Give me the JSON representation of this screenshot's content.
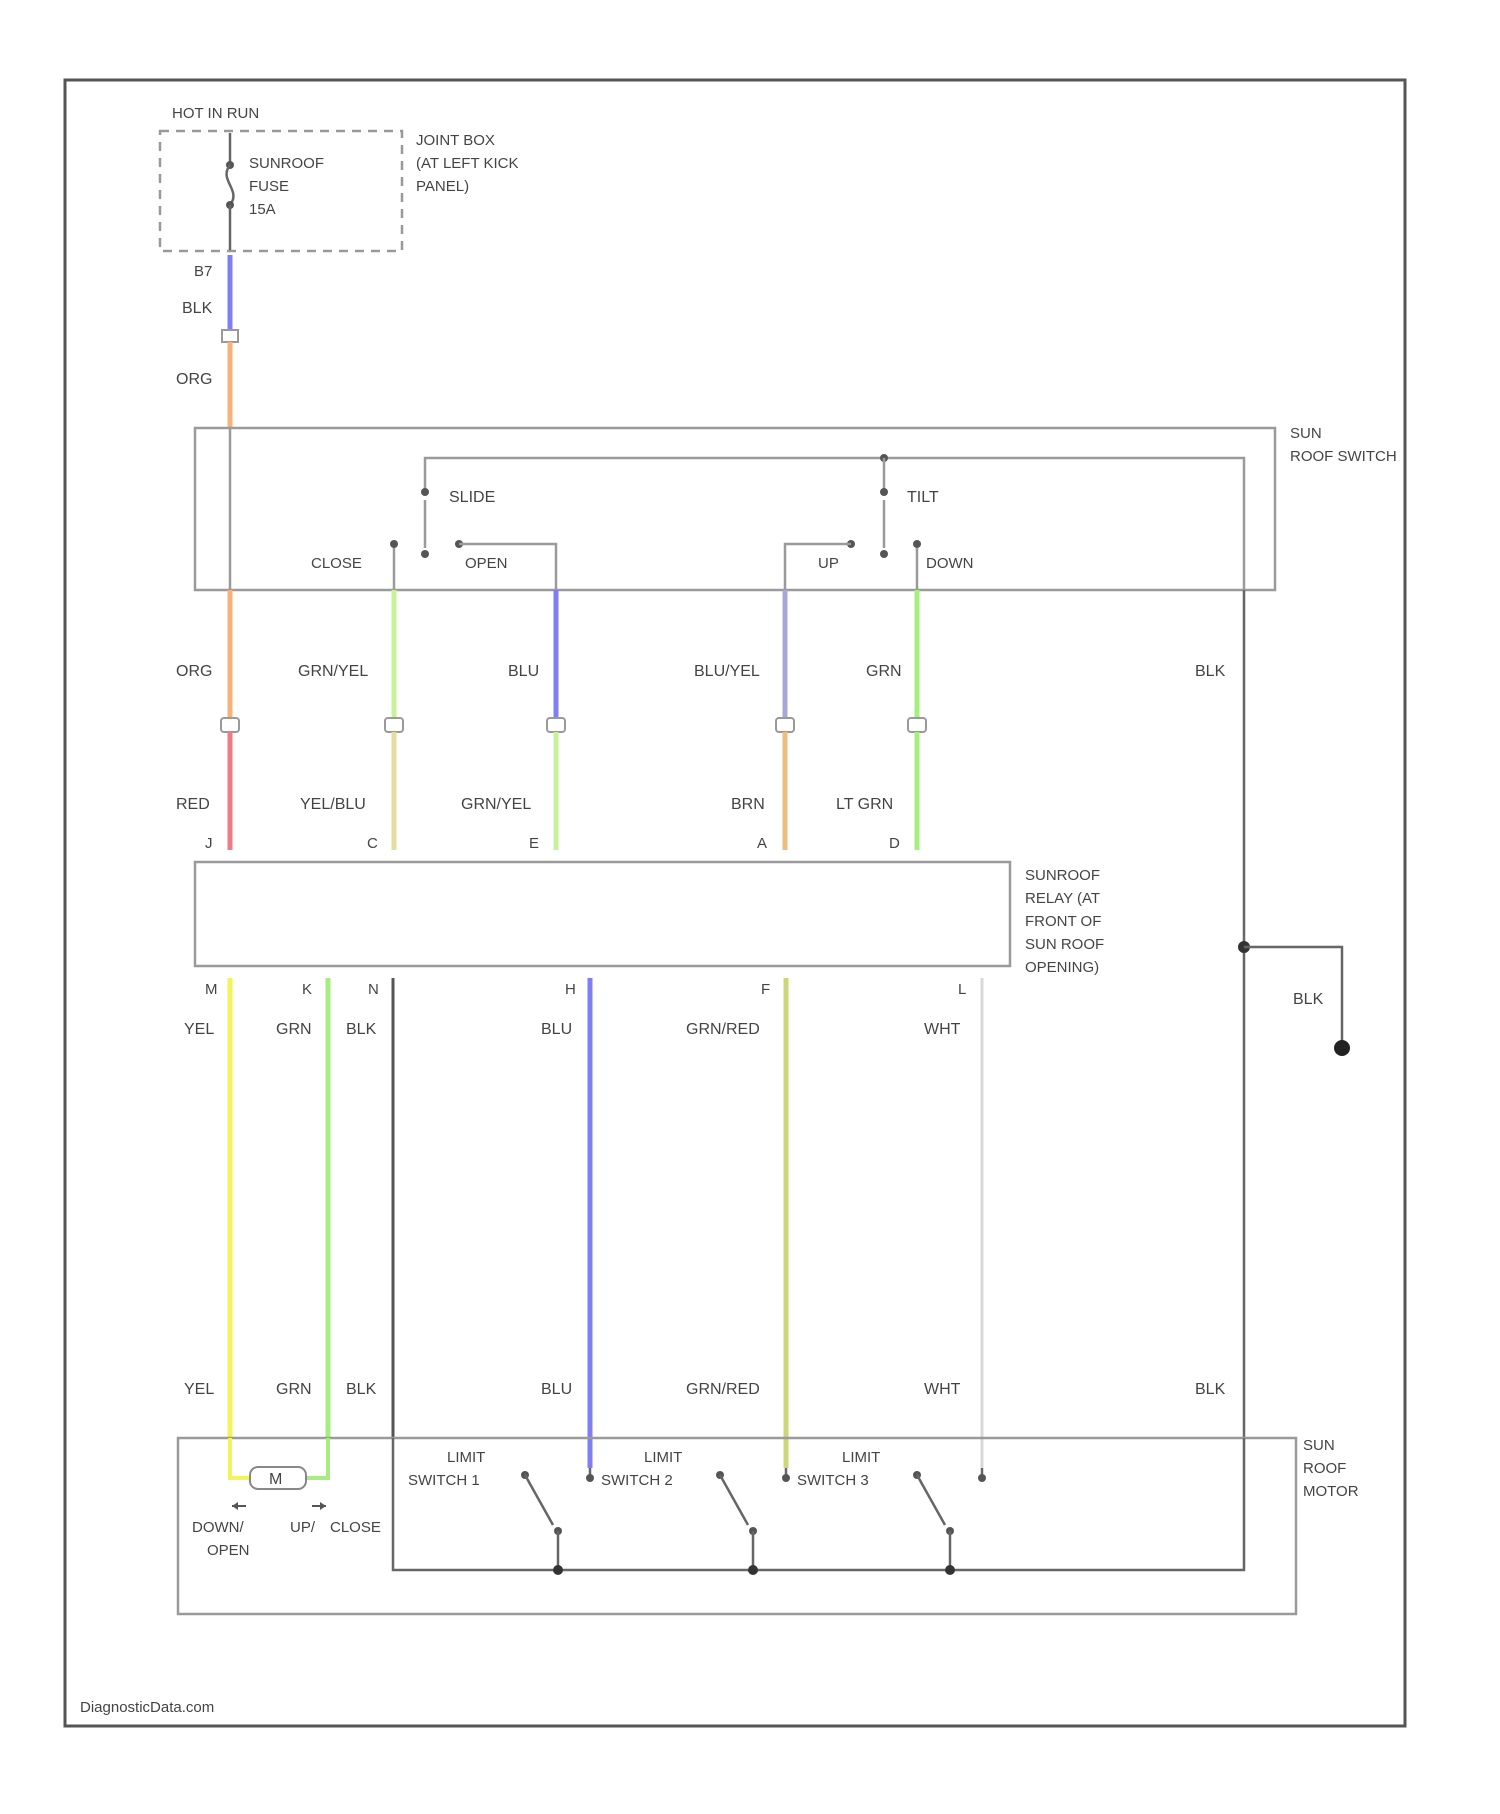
{
  "power": {
    "hot_label": "HOT IN RUN",
    "fuse_name": "SUNROOF",
    "fuse_word": "FUSE",
    "fuse_rating": "15A",
    "fuse_terminal": "B7"
  },
  "joint_box": {
    "line1": "JOINT BOX",
    "line2": "(AT LEFT KICK",
    "line3": "PANEL)"
  },
  "wires_top": {
    "blk": "BLK",
    "org": "ORG"
  },
  "switch": {
    "name1": "SUN",
    "name2": "ROOF SWITCH",
    "slide": "SLIDE",
    "tilt": "TILT",
    "close": "CLOSE",
    "open": "OPEN",
    "up": "UP",
    "down": "DOWN"
  },
  "upper_wires": [
    "ORG",
    "GRN/YEL",
    "BLU",
    "BLU/YEL",
    "GRN",
    "BLK"
  ],
  "middle_wires": [
    "RED",
    "YEL/BLU",
    "GRN/YEL",
    "BRN",
    "LT GRN"
  ],
  "relay_pins_top": [
    "J",
    "C",
    "E",
    "A",
    "D"
  ],
  "relay": {
    "line1": "SUNROOF",
    "line2": "RELAY (AT",
    "line3": "FRONT OF",
    "line4": "SUN ROOF",
    "line5": "OPENING)"
  },
  "relay_pins_bottom": [
    "M",
    "K",
    "N",
    "H",
    "F",
    "L"
  ],
  "lower_wires_top": [
    "YEL",
    "GRN",
    "BLK",
    "BLU",
    "GRN/RED",
    "WHT"
  ],
  "ground_wire": "BLK",
  "lower_wires_bottom": [
    "YEL",
    "GRN",
    "BLK",
    "BLU",
    "GRN/RED",
    "WHT",
    "BLK"
  ],
  "motor": {
    "name1": "SUN",
    "name2": "ROOF",
    "name3": "MOTOR",
    "m": "M",
    "down": "DOWN/",
    "open": "OPEN",
    "up": "UP/",
    "close": "CLOSE"
  },
  "limit_switches": [
    {
      "l1": "LIMIT",
      "l2": "SWITCH 1"
    },
    {
      "l1": "LIMIT",
      "l2": "SWITCH 2"
    },
    {
      "l1": "LIMIT",
      "l2": "SWITCH 3"
    }
  ],
  "footer": "DiagnosticData.com",
  "colors": {
    "blue": "#7f7ff5",
    "orange": "#f7b27a",
    "red": "#f07a85",
    "green": "#a6ee80",
    "light_green": "#c7f29a",
    "yellow": "#f3f35a",
    "tan": "#e7dca0",
    "gray_blue": "#a7a8d8",
    "brown": "#efbb7e",
    "olive": "#cfd57b",
    "white_wire": "#d8d8d8",
    "black": "#555555"
  }
}
